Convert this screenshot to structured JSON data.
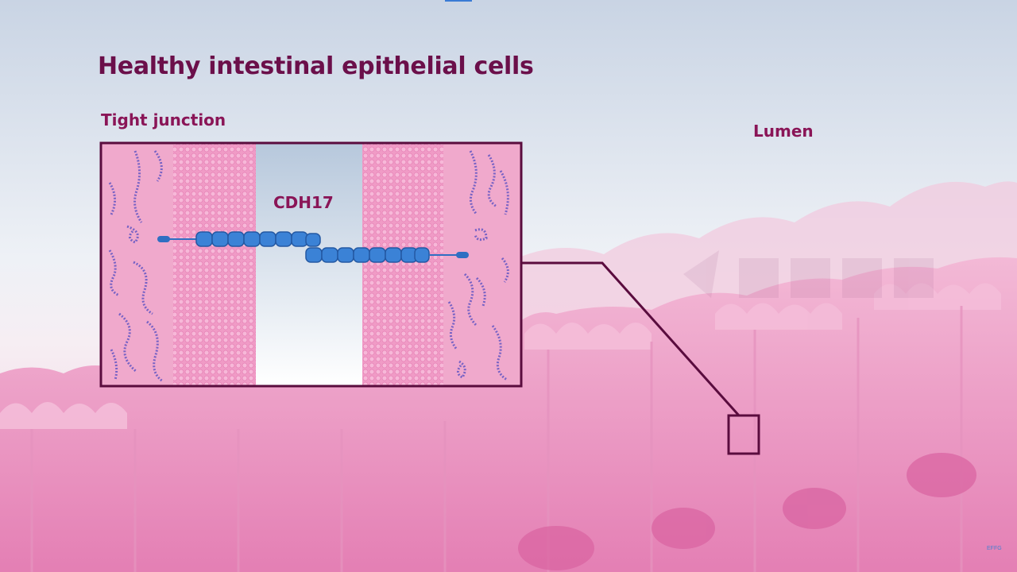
{
  "title": "Healthy intestinal epithelial cells",
  "labels": {
    "tight_junction": "Tight junction",
    "lumen": "Lumen",
    "protein": "CDH17"
  },
  "colors": {
    "title": "#6b0f4a",
    "label": "#8a1557",
    "frame": "#5a0c3e",
    "membrane": "#e895bf",
    "cadherin": "#2f6fc2",
    "cytoskeleton": "#5a4fb8"
  },
  "watermark": "EFFG"
}
